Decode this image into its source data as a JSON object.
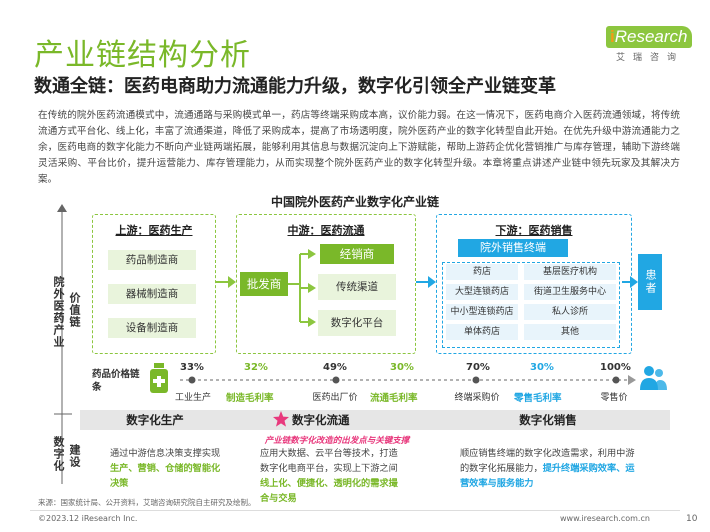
{
  "header": {
    "title": "产业链结构分析",
    "subtitle": "数通全链：医药电商助力流通能力升级，数字化引领全产业链变革",
    "logo_text": "iResearch",
    "logo_sub": "艾瑞咨询"
  },
  "intro": "在传统的院外医药流通模式中，流通通路与采购模式单一，药店等终端采购成本高，议价能力弱。在这一情况下，医药电商介入医药流通领域，将传统流通方式平台化、线上化，丰富了流通渠道，降低了采购成本，提高了市场透明度，院外医药产业的数字化转型自此开始。在优先升级中游流通能力之余，医药电商的数字化能力不断向产业链两端拓展，能够利用其信息与数据沉淀向上下游赋能，帮助上游药企优化营销推广与库存管理，辅助下游终端灵活采购、平台比价，提升运营能力、库存管理能力，从而实现整个院外医药产业的数字化转型升级。本章将重点讲述产业链中领先玩家及其解决方案。",
  "chart": {
    "title": "中国院外医药产业数字化产业链",
    "side_label_outer": "院外医药产业",
    "side_label_value": "价值链",
    "side_label_bottom_1": "数字化",
    "side_label_bottom_2": "建设",
    "upstream": {
      "title_prefix": "上游：",
      "title_main": "医药生产",
      "items": [
        "药品制造商",
        "器械制造商",
        "设备制造商"
      ]
    },
    "midstream": {
      "title_prefix": "中游：",
      "title_main": "医药流通",
      "wholesaler": "批发商",
      "distributor": "经销商",
      "channels": [
        "传统渠道",
        "数字化平台"
      ]
    },
    "downstream": {
      "title_prefix": "下游：",
      "title_main": "医药销售",
      "header": "院外销售终端",
      "left_items": [
        "药店",
        "大型连锁药店",
        "中小型连锁药店",
        "单体药店"
      ],
      "right_items": [
        "基层医疗机构",
        "街道卫生服务中心",
        "私人诊所",
        "其他"
      ],
      "patient": "患者"
    },
    "price_chain": {
      "label": "药品价格链条",
      "nodes": [
        {
          "pct": "33%",
          "label": "工业生产"
        },
        {
          "pct": "49%",
          "label": "医药出厂价"
        },
        {
          "pct": "70%",
          "label": "终端采购价"
        },
        {
          "pct": "100%",
          "label": "零售价"
        }
      ],
      "deltas": [
        {
          "pct": "32%",
          "label": "制造毛利率"
        },
        {
          "pct": "30%",
          "label": "流通毛利率"
        },
        {
          "pct": "30%",
          "label": "零售毛利率"
        }
      ]
    },
    "digital": {
      "cols": [
        {
          "head": "数字化生产"
        },
        {
          "head": "数字化流通",
          "note": "产业链数字化改造的出发点与关键支撑"
        },
        {
          "head": "数字化销售"
        }
      ],
      "col1_text_a": "通过中游信息决策支撑实现",
      "col1_text_b": "生产、营销、仓储的智能化决策",
      "col2_text_a": "应用大数据、云平台等技术，打造数字化电商平台，实现上下游之间",
      "col2_text_b": "线上化、便捷化、透明化的需求撮合与交易",
      "col3_text_a": "顺应销售终端的数字化改造需求，利用中游的数字化拓展能力，",
      "col3_text_b": "提升终端采购效率、运营效率与服务能力"
    }
  },
  "footer": {
    "source": "来源：国家统计局、公开资料，艾瑞咨询研究院自主研究及绘制。",
    "copyright": "©2023.12 iResearch Inc.",
    "url": "www.iresearch.com.cn",
    "page": "10"
  },
  "colors": {
    "green": "#7ab829",
    "blue": "#21a7e3",
    "pink": "#e8397d"
  }
}
